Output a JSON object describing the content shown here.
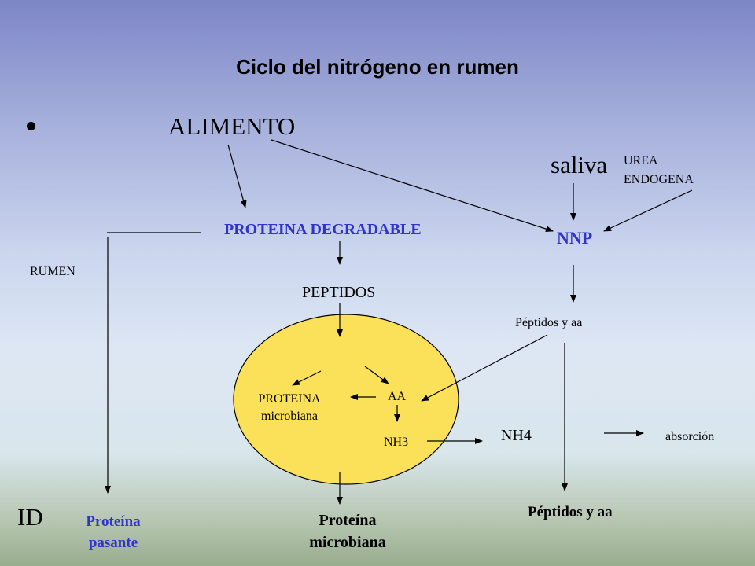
{
  "title": "Ciclo del nitrógeno en rumen",
  "nodes": {
    "alimento": "ALIMENTO",
    "saliva": "saliva",
    "urea_line1": "UREA",
    "urea_line2": "ENDOGENA",
    "proteina_degradable": "PROTEINA DEGRADABLE",
    "nnp": "NNP",
    "rumen": "RUMEN",
    "peptidos": "PEPTIDOS",
    "peptidos_aa": "Péptidos y aa",
    "proteina_microbiana_cell_line1": "PROTEINA",
    "proteina_microbiana_cell_line2": "microbiana",
    "aa": "AA",
    "nh3": "NH3",
    "nh4": "NH4",
    "absorcion": "absorción",
    "id": "ID",
    "proteina_pasante_line1": "Proteína",
    "proteina_pasante_line2": "pasante",
    "proteina_microbiana_line1": "Proteína",
    "proteina_microbiana_line2": "microbiana",
    "peptidos_aa_out": "Péptidos y aa"
  },
  "colors": {
    "cell_fill": "#fbe05a",
    "highlight_text": "#3333cc"
  }
}
